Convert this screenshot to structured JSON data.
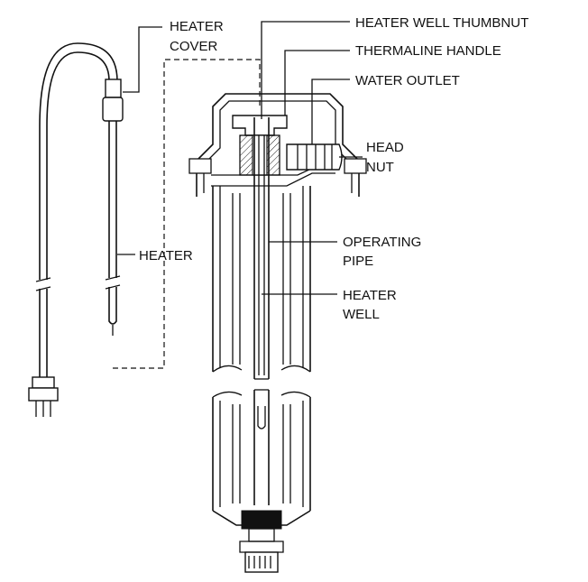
{
  "labels": {
    "heater_cover_1": "HEATER",
    "heater_cover_2": "COVER",
    "heater_well_thumbnut": "HEATER WELL THUMBNUT",
    "thermaline_handle": "THERMALINE HANDLE",
    "water_outlet": "WATER OUTLET",
    "head_nut_1": "HEAD",
    "head_nut_2": "NUT",
    "heater": "HEATER",
    "operating_pipe_1": "OPERATING",
    "operating_pipe_2": "PIPE",
    "heater_well_1": "HEATER",
    "heater_well_2": "WELL"
  }
}
